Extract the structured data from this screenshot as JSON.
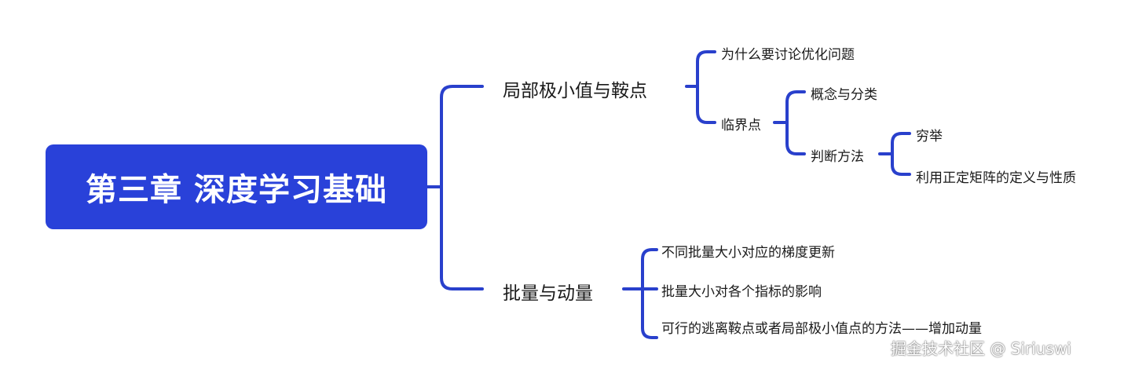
{
  "root": "第三章 深度学习基础",
  "branch_local": {
    "title": "局部极小值与鞍点",
    "why": "为什么要讨论优化问题",
    "critical": {
      "title": "临界点",
      "concept": "概念与分类",
      "judge": {
        "title": "判断方法",
        "exhaust": "穷举",
        "matrix": "利用正定矩阵的定义与性质"
      }
    }
  },
  "branch_batch": {
    "title": "批量与动量",
    "items": [
      "不同批量大小对应的梯度更新",
      "批量大小对各个指标的影响",
      "可行的逃离鞍点或者局部极小值点的方法——增加动量"
    ]
  },
  "watermark": "掘金技术社区 @ Siriuswi",
  "colors": {
    "line": "#2940cc",
    "root_bg": "#2941d9"
  }
}
